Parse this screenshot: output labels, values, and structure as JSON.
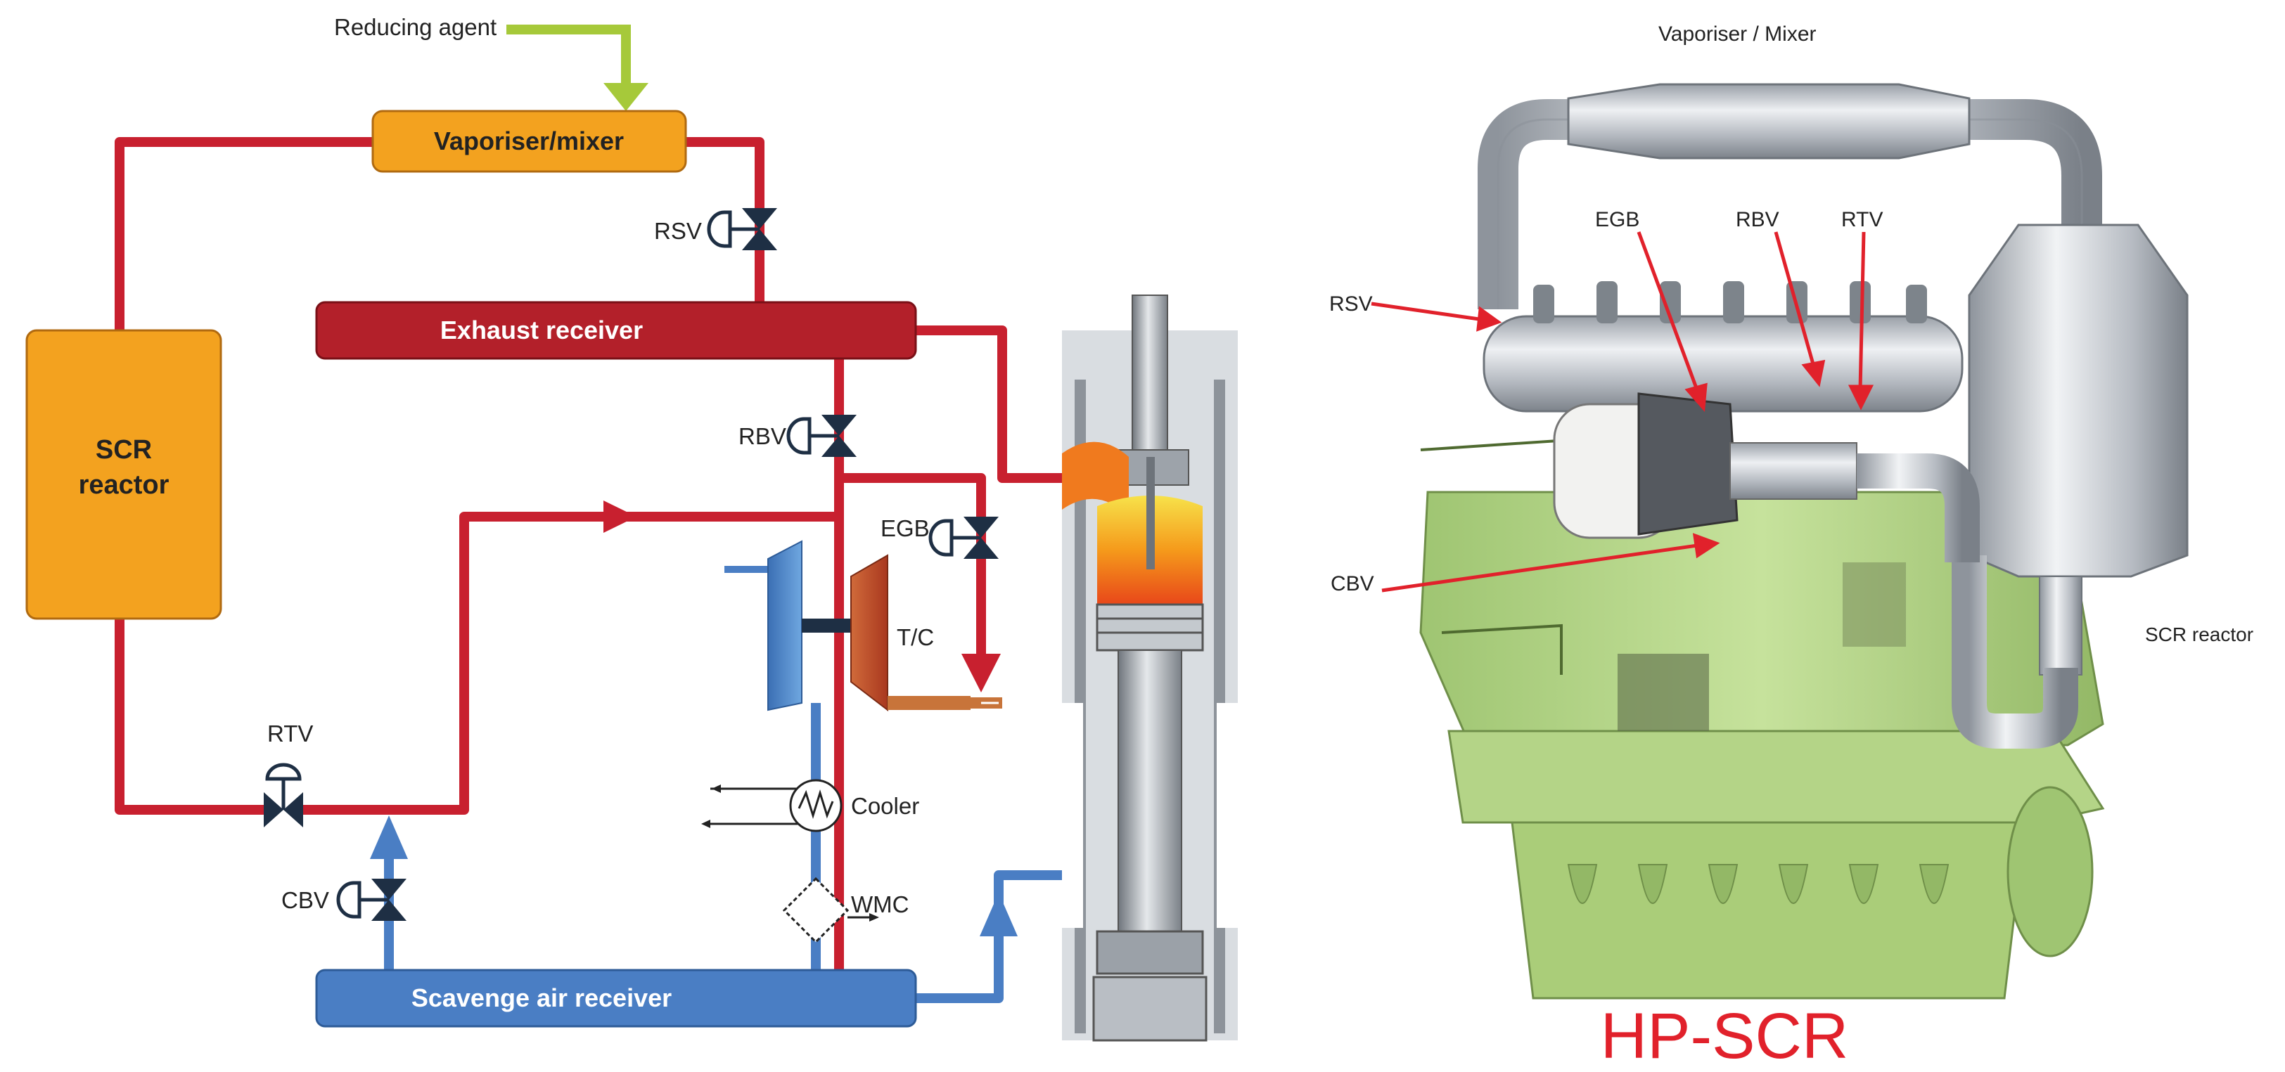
{
  "schematic": {
    "reducing_agent": "Reducing agent",
    "vaporiser_mixer": "Vaporiser/mixer",
    "scr_reactor_line1": "SCR",
    "scr_reactor_line2": "reactor",
    "exhaust_receiver": "Exhaust receiver",
    "scavenge_air_receiver": "Scavenge air receiver",
    "rsv": "RSV",
    "rbv": "RBV",
    "egb": "EGB",
    "rtv": "RTV",
    "cbv": "CBV",
    "tc": "T/C",
    "cooler": "Cooler",
    "wmc": "WMC"
  },
  "engine_3d": {
    "vaporiser_mixer": "Vaporiser / Mixer",
    "rsv": "RSV",
    "egb": "EGB",
    "rbv": "RBV",
    "rtv": "RTV",
    "cbv": "CBV",
    "scr_reactor": "SCR reactor",
    "title": "HP-SCR"
  },
  "colors": {
    "exhaust_line": "#c8202f",
    "air_line": "#4a7ec4",
    "reducing_agent": "#a6c93a",
    "vaporiser_fill": "#f3a21f",
    "scr_fill": "#f3a21f",
    "exhaust_receiver_fill": "#b3202a",
    "scavenge_fill": "#4a7ec4",
    "valve": "#1e2f44",
    "engine_green": "#b9d98b",
    "steel": "#b8bcc2",
    "title_red": "#e1212b"
  }
}
